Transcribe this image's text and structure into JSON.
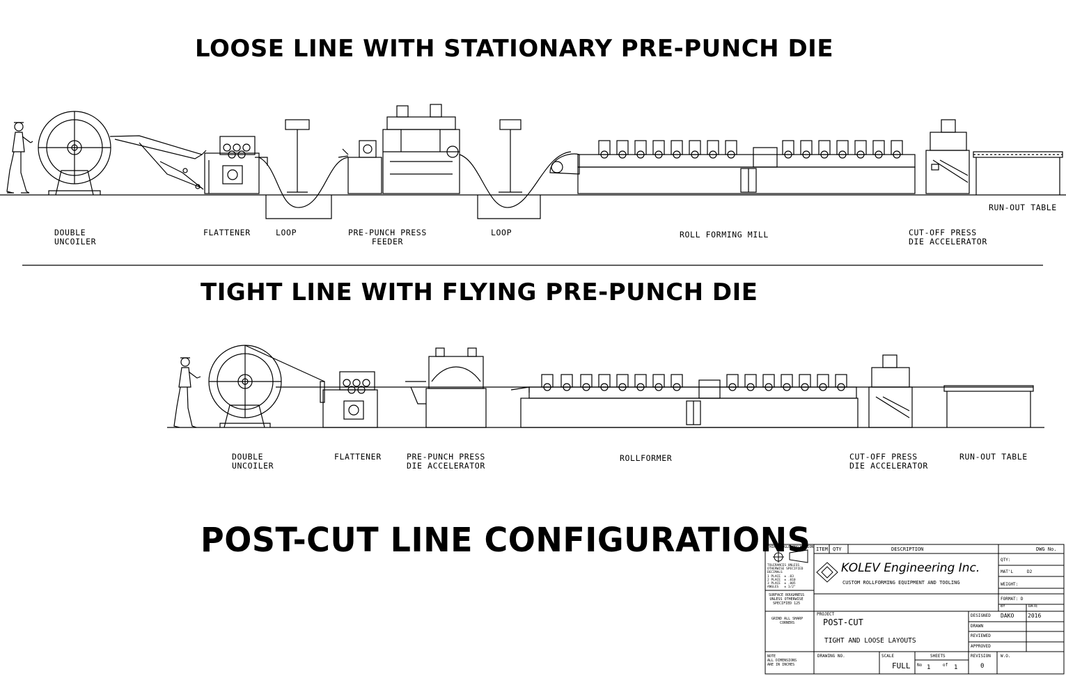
{
  "titles": {
    "loose": "LOOSE LINE WITH STATIONARY PRE-PUNCH DIE",
    "tight": "TIGHT LINE WITH FLYING PRE-PUNCH DIE",
    "main": "POST-CUT LINE CONFIGURATIONS"
  },
  "loose_labels": {
    "double_uncoiler": "DOUBLE\nUNCOILER",
    "flattener": "FLATTENER",
    "loop1": "LOOP",
    "prepunch": "PRE-PUNCH PRESS\nFEEDER",
    "loop2": "LOOP",
    "roll_forming": "ROLL FORMING MILL",
    "cutoff": "CUT-OFF PRESS\nDIE ACCELERATOR",
    "runout": "RUN-OUT TABLE"
  },
  "tight_labels": {
    "double_uncoiler": "DOUBLE\nUNCOILER",
    "flattener": "FLATTENER",
    "prepunch": "PRE-PUNCH PRESS\nDIE ACCELERATOR",
    "rollformer": "ROLLFORMER",
    "cutoff": "CUT-OFF PRESS\nDIE ACCELERATOR",
    "runout": "RUN-OUT TABLE"
  },
  "title_block": {
    "projection": "THIRD ANGLE PROJECTION",
    "tolerances": "TOLERANCES UNLESS\nOTHERWISE SPECIFIED\nDECIMALS\n1 PLACE  ± .03\n2 PLACE  ± .010\n3 PLACE  ± .005\nANGLES   ± 1/2°",
    "surface": "SURFACE ROUGHNESS\nUNLESS OTHERWISE\nSPECIFIED 125",
    "grind": "GRIND ALL SHARP\nCORNERS",
    "note": "NOTE\nALL DIMENSIONS\nARE IN INCHES",
    "item": "ITEM",
    "qty": "QTY",
    "description": "DESCRIPTION",
    "dwg_no": "DWG No.",
    "company": "KOLEV Engineering Inc.",
    "tagline": "CUSTOM ROLLFORMING EQUIPMENT AND TOOLING",
    "qty_label": "QTY:",
    "matl_label": "MAT'L",
    "matl_value": "D2",
    "weight_label": "WEIGHT:",
    "format_label": "FORMAT: D",
    "by": "BY",
    "date": "DATE",
    "project_label": "PROJECT",
    "project_value": "POST-CUT",
    "designed": "DESIGNED",
    "designed_by": "DAKO",
    "designed_date": "2016",
    "drawn": "DRAWN",
    "reviewed": "REVIEWED",
    "approved": "APPROVED",
    "drawing_title": "TIGHT AND LOOSE LAYOUTS",
    "drawing_no": "DRAWING NO.",
    "scale": "SCALE",
    "scale_value": "FULL",
    "sheets": "SHEETS",
    "no": "No",
    "sheet_no": "1",
    "of": "of",
    "sheet_total": "1",
    "revision": "REVISION",
    "revision_value": "0",
    "wo": "W.O."
  }
}
